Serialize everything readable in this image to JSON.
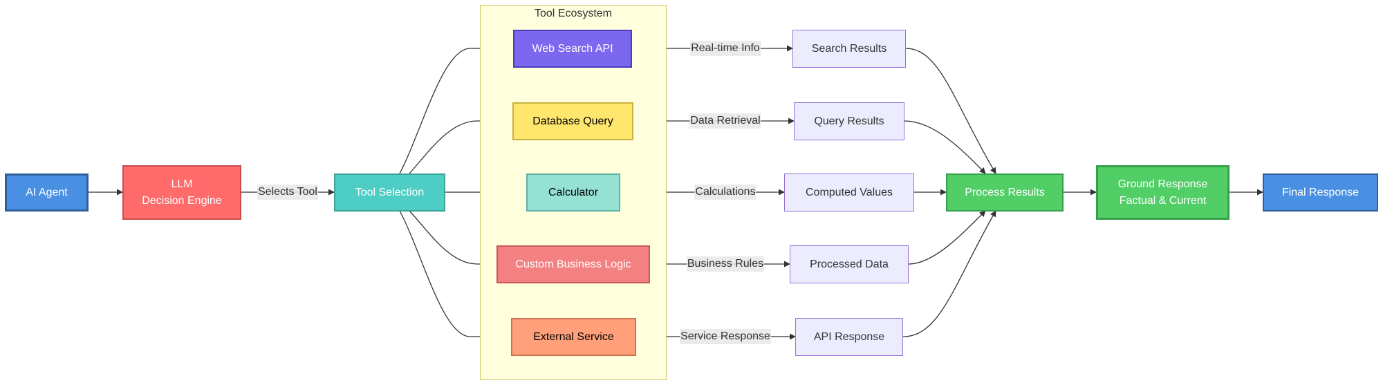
{
  "cluster": {
    "title": "Tool Ecosystem"
  },
  "nodes": {
    "ai_agent": {
      "label": "AI Agent",
      "fill": "#4a90e2",
      "stroke": "#2e5f99"
    },
    "llm": {
      "label": "LLM\nDecision Engine",
      "fill": "#ff6b6b",
      "stroke": "#c94f4f"
    },
    "tool_selection": {
      "label": "Tool Selection",
      "fill": "#4ecdc4",
      "stroke": "#3aa39c"
    },
    "web_search": {
      "label": "Web Search API",
      "fill": "#7b68ee",
      "stroke": "#4b3cbf"
    },
    "database_query": {
      "label": "Database Query",
      "fill": "#ffe66d",
      "stroke": "#c9b23f"
    },
    "calculator": {
      "label": "Calculator",
      "fill": "#95e1d3",
      "stroke": "#5fb3a4"
    },
    "custom_logic": {
      "label": "Custom Business Logic",
      "fill": "#f38181",
      "stroke": "#c45b5b"
    },
    "external_service": {
      "label": "External Service",
      "fill": "#ffa07a",
      "stroke": "#c9704f"
    },
    "search_results": {
      "label": "Search Results",
      "fill": "#ececff",
      "stroke": "#9370db"
    },
    "query_results": {
      "label": "Query Results",
      "fill": "#ececff",
      "stroke": "#9370db"
    },
    "computed_values": {
      "label": "Computed Values",
      "fill": "#ececff",
      "stroke": "#9370db"
    },
    "processed_data": {
      "label": "Processed Data",
      "fill": "#ececff",
      "stroke": "#9370db"
    },
    "api_response": {
      "label": "API Response",
      "fill": "#ececff",
      "stroke": "#9370db"
    },
    "process_results": {
      "label": "Process Results",
      "fill": "#51cf66",
      "stroke": "#37a04a"
    },
    "ground_response": {
      "label": "Ground Response\nFactual & Current",
      "fill": "#51cf66",
      "stroke": "#37a04a"
    },
    "final_response": {
      "label": "Final Response",
      "fill": "#4a90e2",
      "stroke": "#2e5f99"
    }
  },
  "edge_labels": {
    "selects_tool": "Selects Tool",
    "real_time_info": "Real-time Info",
    "data_retrieval": "Data Retrieval",
    "calculations": "Calculations",
    "business_rules": "Business Rules",
    "service_response": "Service Response"
  },
  "colors": {
    "edge": "#333333",
    "cluster_fill": "#ffffde",
    "cluster_stroke": "#c9c96a"
  }
}
